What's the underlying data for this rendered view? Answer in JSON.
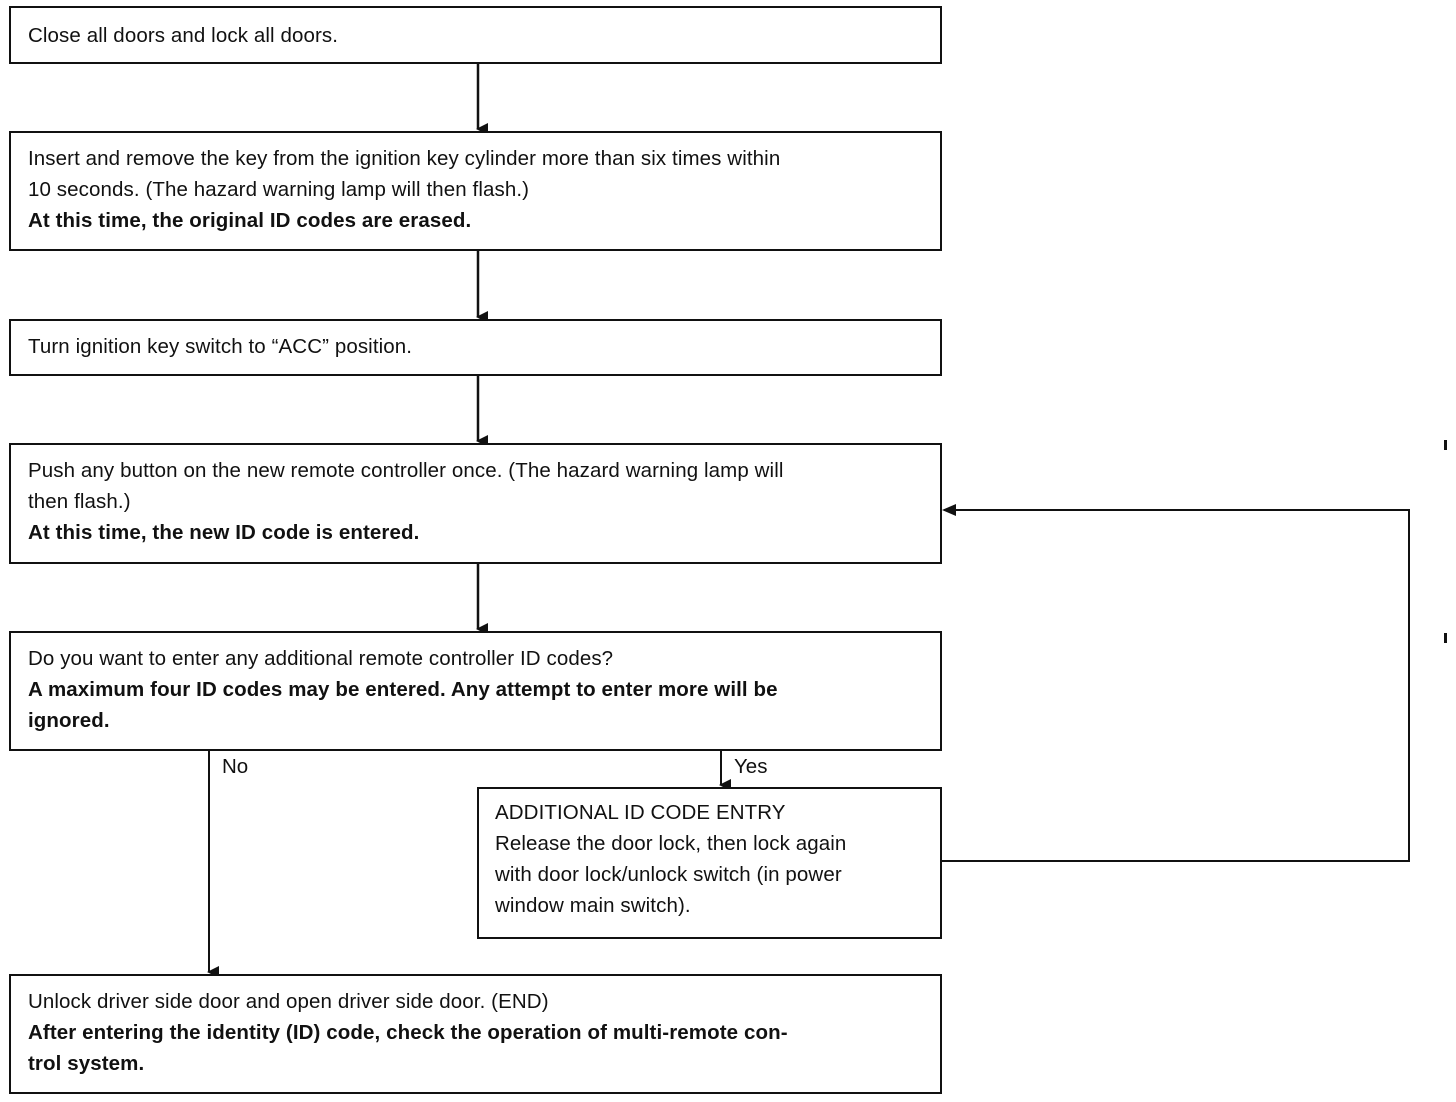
{
  "flowchart": {
    "steps": [
      {
        "lines": [
          "Close all doors and lock all doors."
        ],
        "bold": ""
      },
      {
        "lines": [
          "Insert and remove the key from the ignition key cylinder more than six times within",
          "10 seconds. (The hazard warning lamp will then flash.)"
        ],
        "bold": "At this time, the original ID codes are erased."
      },
      {
        "lines": [
          "Turn ignition key switch to “ACC” position."
        ],
        "bold": ""
      },
      {
        "lines": [
          "Push any button on the new remote controller once. (The hazard warning lamp will",
          "then flash.)"
        ],
        "bold": "At this time, the new ID code is entered."
      },
      {
        "lines": [
          "Do you want to enter any additional remote controller ID codes?"
        ],
        "bold_lines": [
          "A maximum four ID codes may be entered. Any attempt to enter more will be",
          "ignored."
        ]
      },
      {
        "lines": [
          "ADDITIONAL ID CODE ENTRY",
          "Release the door lock, then lock again",
          "with door lock/unlock switch (in power",
          "window main switch)."
        ]
      },
      {
        "lines": [
          "Unlock driver side door and open driver side door. (END)"
        ],
        "bold_lines": [
          "After entering the identity (ID) code, check the operation of multi-remote con-",
          "trol system."
        ]
      }
    ],
    "branch_labels": {
      "no": "No",
      "yes": "Yes"
    }
  }
}
